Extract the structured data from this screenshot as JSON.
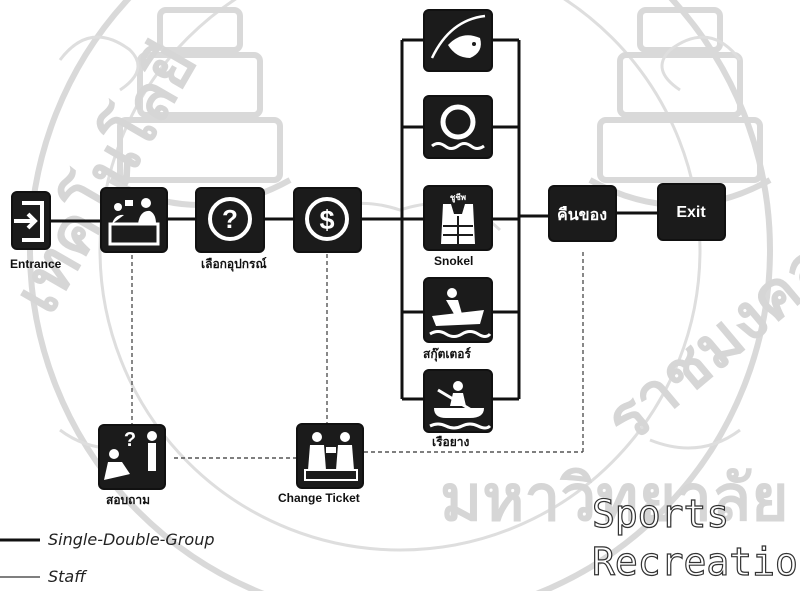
{
  "nodes": {
    "entrance": {
      "label": "Entrance"
    },
    "choose_equipment": {
      "label": "เลือกอุปกรณ์"
    },
    "snorkel": {
      "label": "Snokel",
      "icon_text": "ชูชีพ"
    },
    "jetski": {
      "label": "สกุ๊ตเตอร์"
    },
    "rubber_boat": {
      "label": "เรือยาง"
    },
    "return_equipment": {
      "label": "คืนของ"
    },
    "exit": {
      "label": "Exit"
    },
    "inquire": {
      "label": "สอบถาม"
    },
    "change_ticket": {
      "label": "Change Ticket"
    }
  },
  "legend": {
    "single_double_group": "Single-Double-Group",
    "staff": "Staff"
  },
  "brand": {
    "line1": "Sports",
    "line2": "Recreation"
  },
  "watermark": {
    "text": "มหาวิทยาลัยเทคโนโลยีราชมงคลศรีวิชัย"
  }
}
